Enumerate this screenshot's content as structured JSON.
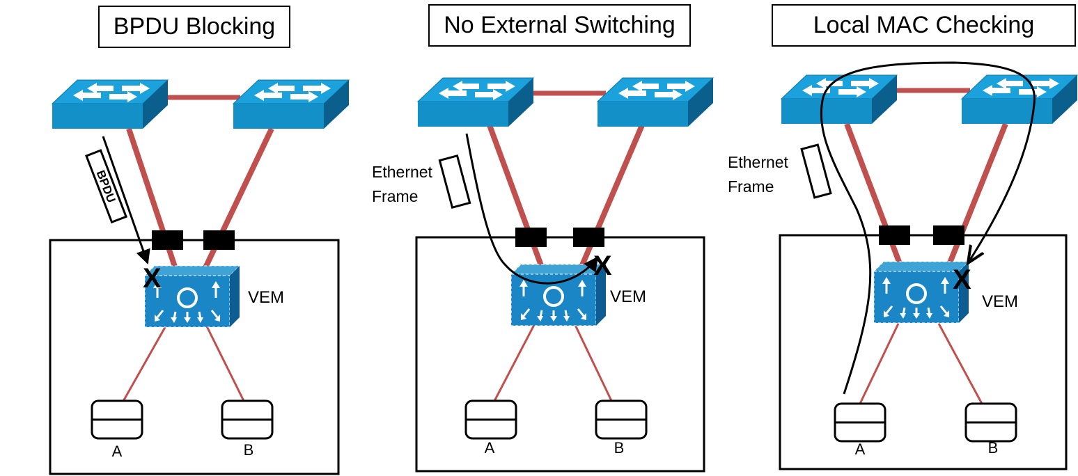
{
  "panels": [
    {
      "title": "BPDU Blocking",
      "frame_label": "BPDU",
      "vem_label": "VEM",
      "host_a_label": "A",
      "host_b_label": "B",
      "block_mark": "X"
    },
    {
      "title": "No External Switching",
      "frame_label_line1": "Ethernet",
      "frame_label_line2": "Frame",
      "vem_label": "VEM",
      "host_a_label": "A",
      "host_b_label": "B",
      "block_mark": "X"
    },
    {
      "title": "Local MAC Checking",
      "frame_label_line1": "Ethernet",
      "frame_label_line2": "Frame",
      "vem_label": "VEM",
      "host_a_label": "A",
      "host_b_label": "B",
      "block_mark": "X"
    }
  ],
  "colors": {
    "switch_top": "#1ba1dc",
    "switch_front": "#1390c8",
    "switch_side": "#0b5f8c",
    "link": "#c0504d",
    "uplink_port": "#000000"
  }
}
